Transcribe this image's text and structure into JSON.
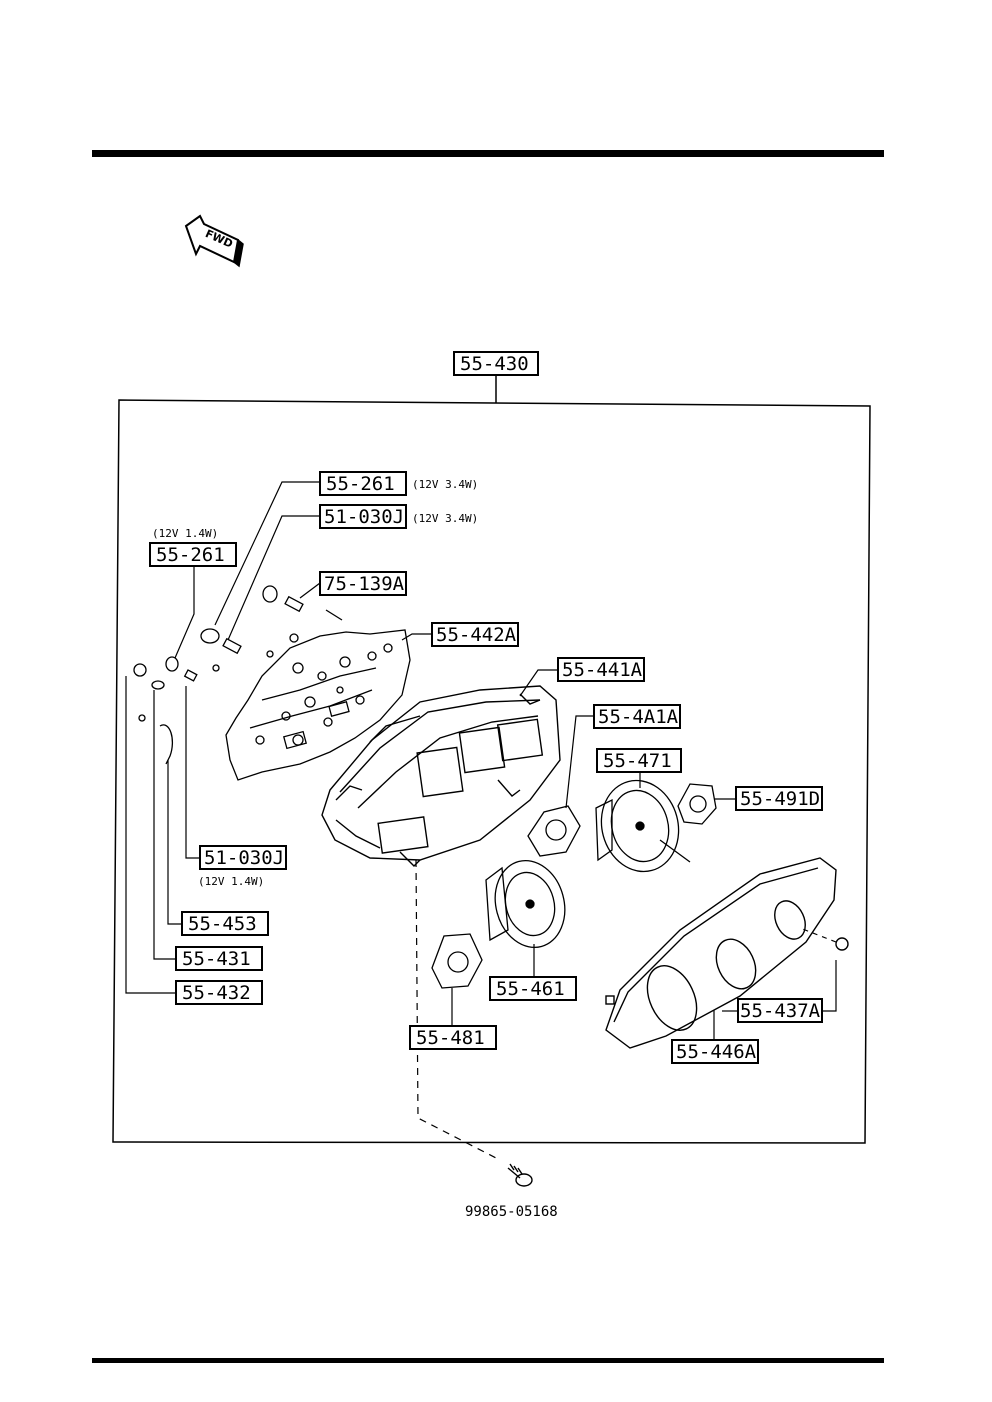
{
  "fwd_label": "FWD",
  "assembly_label": "55-430",
  "hardware_label": "99865-05168",
  "parts": {
    "p55_261_top": {
      "code": "55-261",
      "note": "(12V 3.4W)"
    },
    "p51_030J_top": {
      "code": "51-030J",
      "note": "(12V 3.4W)"
    },
    "p55_261_left": {
      "code": "55-261",
      "note": "(12V 1.4W)"
    },
    "p75_139A": {
      "code": "75-139A"
    },
    "p55_442A": {
      "code": "55-442A"
    },
    "p55_441A": {
      "code": "55-441A"
    },
    "p55_4A1A": {
      "code": "55-4A1A"
    },
    "p55_471": {
      "code": "55-471"
    },
    "p55_491D": {
      "code": "55-491D"
    },
    "p51_030J_left": {
      "code": "51-030J",
      "note": "(12V 1.4W)"
    },
    "p55_453": {
      "code": "55-453"
    },
    "p55_431": {
      "code": "55-431"
    },
    "p55_432": {
      "code": "55-432"
    },
    "p55_461": {
      "code": "55-461"
    },
    "p55_481": {
      "code": "55-481"
    },
    "p55_437A": {
      "code": "55-437A"
    },
    "p55_446A": {
      "code": "55-446A"
    }
  }
}
